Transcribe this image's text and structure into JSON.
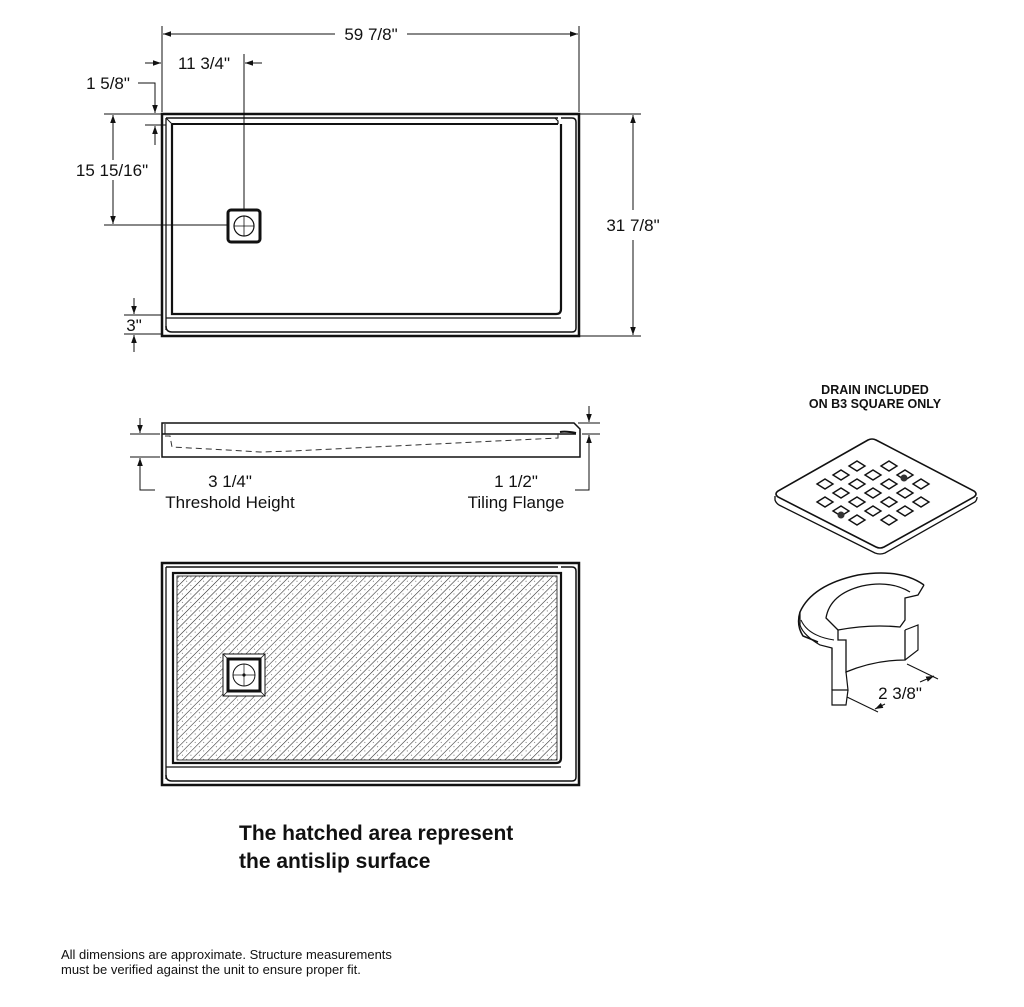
{
  "top_view": {
    "overall_width": "59 7/8\"",
    "drain_offset_x": "11 3/4\"",
    "flange_top": "1 5/8\"",
    "drain_offset_y": "15 15/16\"",
    "threshold_depth": "3\"",
    "overall_depth": "31 7/8\""
  },
  "side_view": {
    "threshold_height_value": "3 1/4\"",
    "threshold_height_label": "Threshold Height",
    "tiling_flange_value": "1 1/2\"",
    "tiling_flange_label": "Tiling Flange"
  },
  "drain_detail": {
    "title_line1": "DRAIN INCLUDED",
    "title_line2": "ON B3 SQUARE ONLY",
    "body_depth": "2 3/8\""
  },
  "hatch_note": {
    "line1": "The hatched area represent",
    "line2": "the antislip surface"
  },
  "footer": {
    "line1": "All dimensions are approximate. Structure measurements",
    "line2": "must be verified against the unit to ensure proper fit."
  }
}
